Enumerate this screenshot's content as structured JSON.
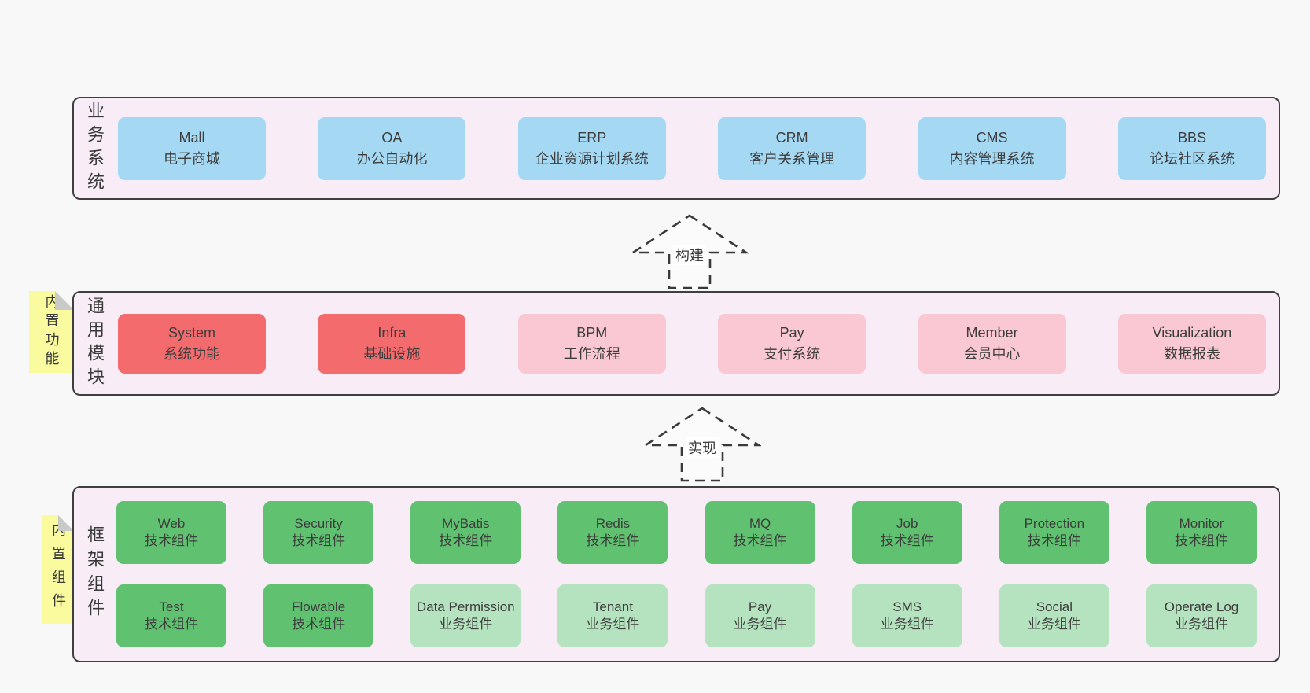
{
  "palette": {
    "page_bg": "#f8f8f8",
    "band_bg": "#f8edf7",
    "band_border": "#3f3f3f",
    "blue_box": "#a5d8f3",
    "red_box": "#f46b6e",
    "pink_box": "#f9c8d2",
    "green_box": "#60c271",
    "green_light_box": "#b5e3bf",
    "sticky_yellow": "#fafa9e",
    "text": "#3d3d3d"
  },
  "bands": [
    {
      "label": "业务系统",
      "boxes": [
        {
          "en": "Mall",
          "zh": "电子商城"
        },
        {
          "en": "OA",
          "zh": "办公自动化"
        },
        {
          "en": "ERP",
          "zh": "企业资源计划系统"
        },
        {
          "en": "CRM",
          "zh": "客户关系管理"
        },
        {
          "en": "CMS",
          "zh": "内容管理系统"
        },
        {
          "en": "BBS",
          "zh": "论坛社区系统"
        }
      ]
    },
    {
      "label": "通用模块",
      "sticky": "内置功能",
      "boxes": [
        {
          "en": "System",
          "zh": "系统功能"
        },
        {
          "en": "Infra",
          "zh": "基础设施"
        },
        {
          "en": "BPM",
          "zh": "工作流程"
        },
        {
          "en": "Pay",
          "zh": "支付系统"
        },
        {
          "en": "Member",
          "zh": "会员中心"
        },
        {
          "en": "Visualization",
          "zh": "数据报表"
        }
      ]
    },
    {
      "label": "框架组件",
      "sticky": "内置组件",
      "rows": [
        [
          {
            "en": "Web",
            "zh": "技术组件"
          },
          {
            "en": "Security",
            "zh": "技术组件"
          },
          {
            "en": "MyBatis",
            "zh": "技术组件"
          },
          {
            "en": "Redis",
            "zh": "技术组件"
          },
          {
            "en": "MQ",
            "zh": "技术组件"
          },
          {
            "en": "Job",
            "zh": "技术组件"
          },
          {
            "en": "Protection",
            "zh": "技术组件"
          },
          {
            "en": "Monitor",
            "zh": "技术组件"
          }
        ],
        [
          {
            "en": "Test",
            "zh": "技术组件"
          },
          {
            "en": "Flowable",
            "zh": "技术组件"
          },
          {
            "en": "Data Permission",
            "zh": "业务组件"
          },
          {
            "en": "Tenant",
            "zh": "业务组件"
          },
          {
            "en": "Pay",
            "zh": "业务组件"
          },
          {
            "en": "SMS",
            "zh": "业务组件"
          },
          {
            "en": "Social",
            "zh": "业务组件"
          },
          {
            "en": "Operate Log",
            "zh": "业务组件"
          }
        ]
      ]
    }
  ],
  "arrows": [
    {
      "label": "构建"
    },
    {
      "label": "实现"
    }
  ]
}
